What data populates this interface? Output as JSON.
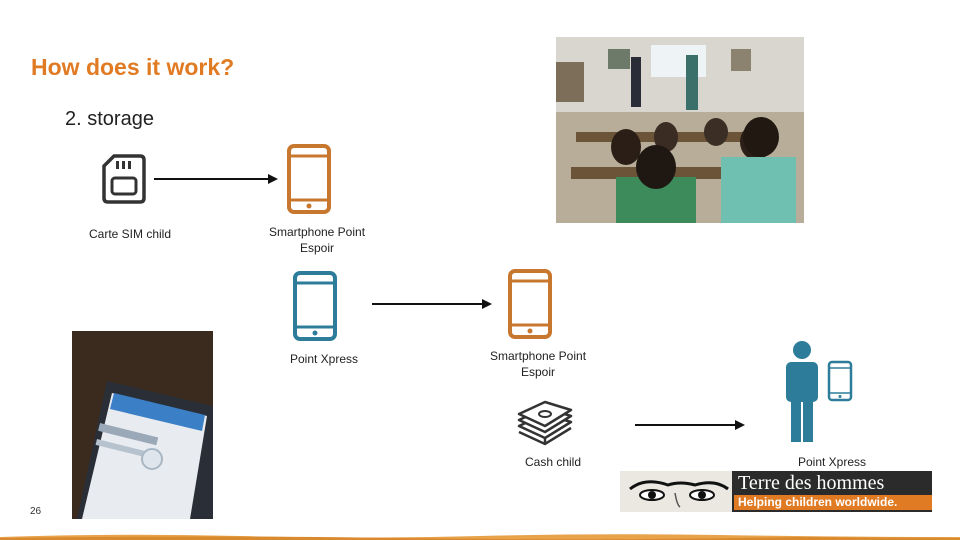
{
  "slide": {
    "title": "How does it work?",
    "subtitle": "2. storage",
    "page_number": "26"
  },
  "labels": {
    "sim_child": "Carte SIM child",
    "smartphone_espoir_1": "Smartphone Point\nEspoir",
    "point_xpress_1": "Point Xpress",
    "smartphone_espoir_2": "Smartphone Point\nEspoir",
    "cash_child": "Cash child",
    "point_xpress_2": "Point Xpress"
  },
  "logo": {
    "name": "Terre des hommes",
    "tagline": "Helping children worldwide."
  },
  "colors": {
    "accent_orange": "#e07b24",
    "icon_teal": "#2d7d9a",
    "icon_dark": "#333333"
  }
}
